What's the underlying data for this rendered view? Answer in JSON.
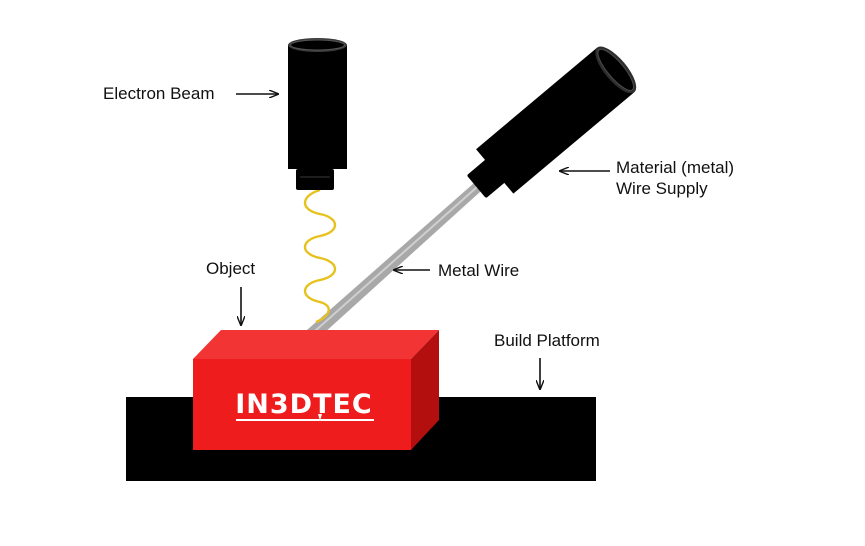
{
  "labels": {
    "electron_beam": "Electron Beam",
    "material_line1": "Material  (metal)",
    "material_line2": "Wire Supply",
    "metal_wire": "Metal Wire",
    "object": "Object",
    "build_platform": "Build Platform"
  },
  "logo": {
    "text": "IN3DTEC"
  },
  "colors": {
    "platform": "#000000",
    "object_front": "#ee1c1c",
    "object_top": "#f23434",
    "object_side": "#b30f0f",
    "gun_body": "#000000",
    "beam": "#e8c21c",
    "wire": "#a8a8a8",
    "arrow": "#111111"
  }
}
